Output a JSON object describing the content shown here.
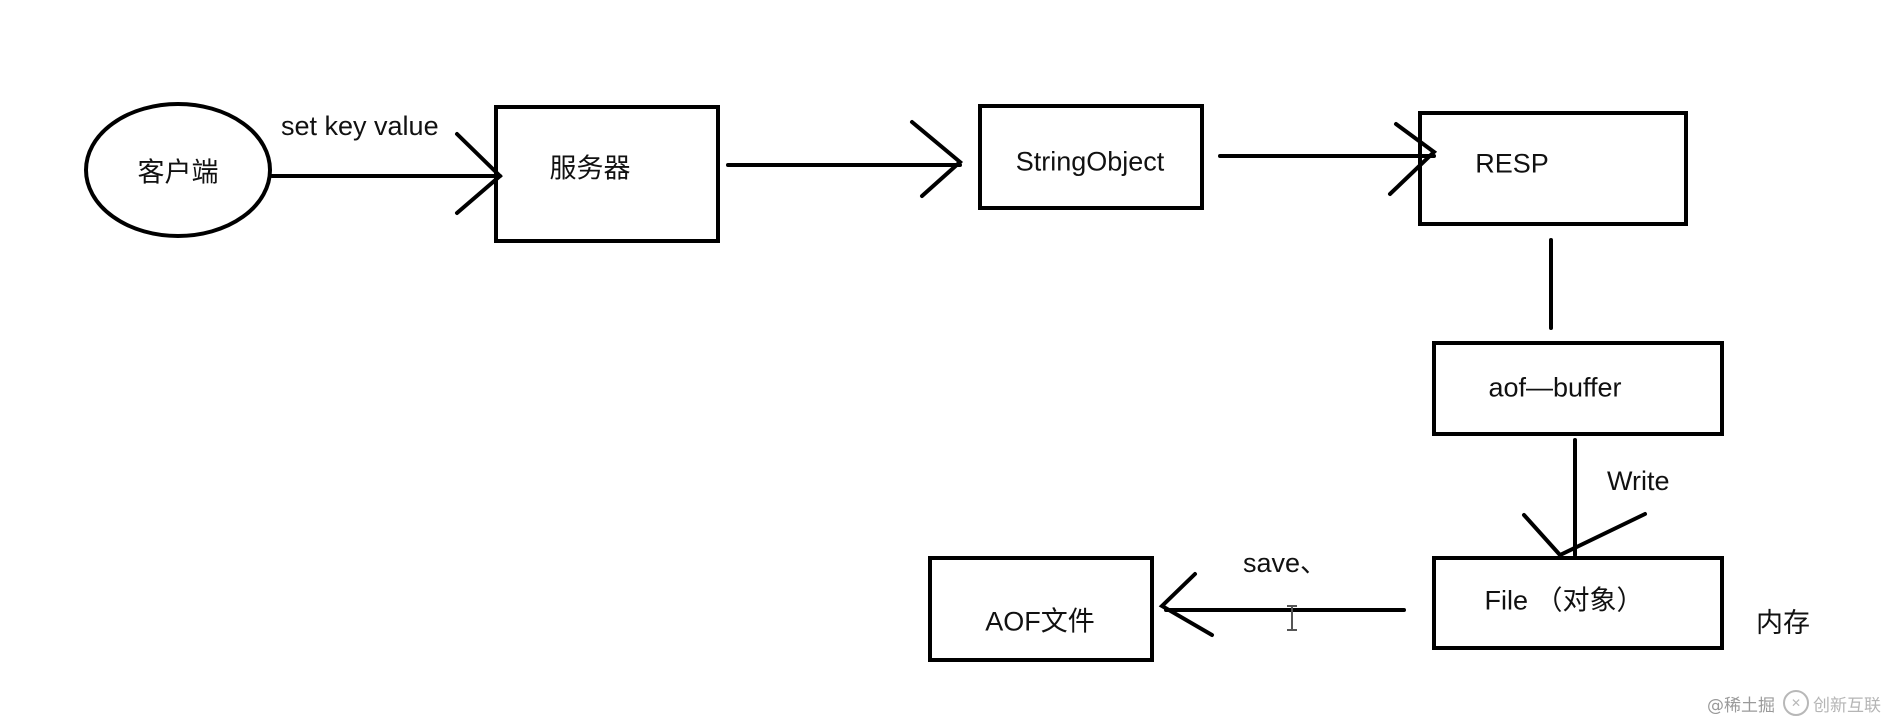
{
  "nodes": {
    "client": "客户端",
    "server": "服务器",
    "string_object": "StringObject",
    "resp": "RESP",
    "aof_buffer": "aof—buffer",
    "file_object": "File （对象）",
    "aof_file": "AOF文件"
  },
  "edges": {
    "client_to_server": "set key value",
    "buffer_to_file": "Write",
    "file_to_aof": "save、"
  },
  "annotations": {
    "memory": "内存"
  },
  "watermark": {
    "left_text": "@稀土掘",
    "brand_text": "创新互联",
    "logo_glyph": "✕"
  }
}
